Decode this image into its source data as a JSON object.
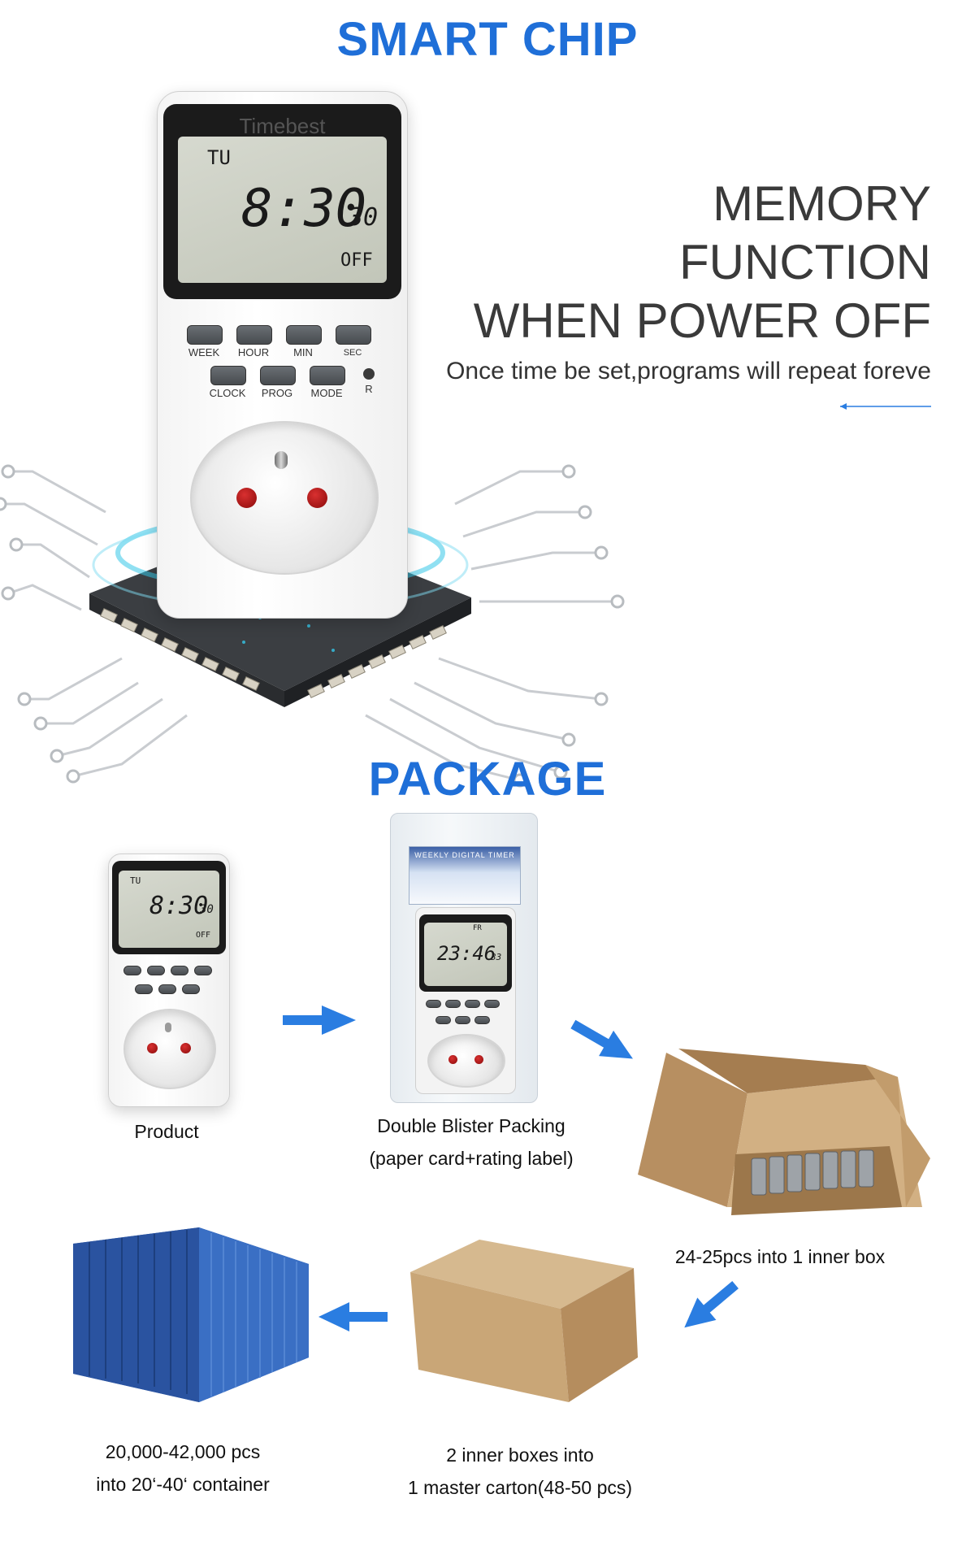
{
  "headings": {
    "smart_chip": "SMART CHIP",
    "package": "PACKAGE"
  },
  "memory": {
    "line1": "MEMORY",
    "line2": "FUNCTION",
    "line3": "WHEN POWER OFF",
    "subtitle": "Once time be set,programs will repeat foreve"
  },
  "device": {
    "brand": "Timebest",
    "day": "TU",
    "time": "8:30",
    "seconds": "30",
    "status": "OFF",
    "buttons_row1": [
      "WEEK",
      "HOUR",
      "MIN",
      "SEC"
    ],
    "buttons_row2": [
      "CLOCK",
      "PROG",
      "MODE"
    ],
    "reset_label": "R"
  },
  "blister": {
    "card_title": "WEEKLY DIGITAL TIMER",
    "time": "23:46",
    "seconds": "33",
    "day": "FR"
  },
  "steps": [
    {
      "line1": "Product",
      "line2": ""
    },
    {
      "line1": "Double Blister Packing",
      "line2": "(paper card+rating label)"
    },
    {
      "line1": "24-25pcs into 1 inner box",
      "line2": ""
    },
    {
      "line1": "2 inner boxes into",
      "line2": "1 master carton(48-50 pcs)"
    },
    {
      "line1": "20,000-42,000 pcs",
      "line2": "into 20‘-40‘ container"
    }
  ],
  "colors": {
    "accent_blue": "#1f6fd8",
    "arrow_blue": "#2a7de1",
    "chip_dark": "#3b3e42",
    "glow_cyan": "#35c6e8",
    "container_blue": "#2f5fb0",
    "carton": "#c8a57a",
    "socket_red": "#b81414"
  },
  "icons": {
    "flow_arrow": "arrow-icon",
    "chip": "microchip-icon"
  }
}
